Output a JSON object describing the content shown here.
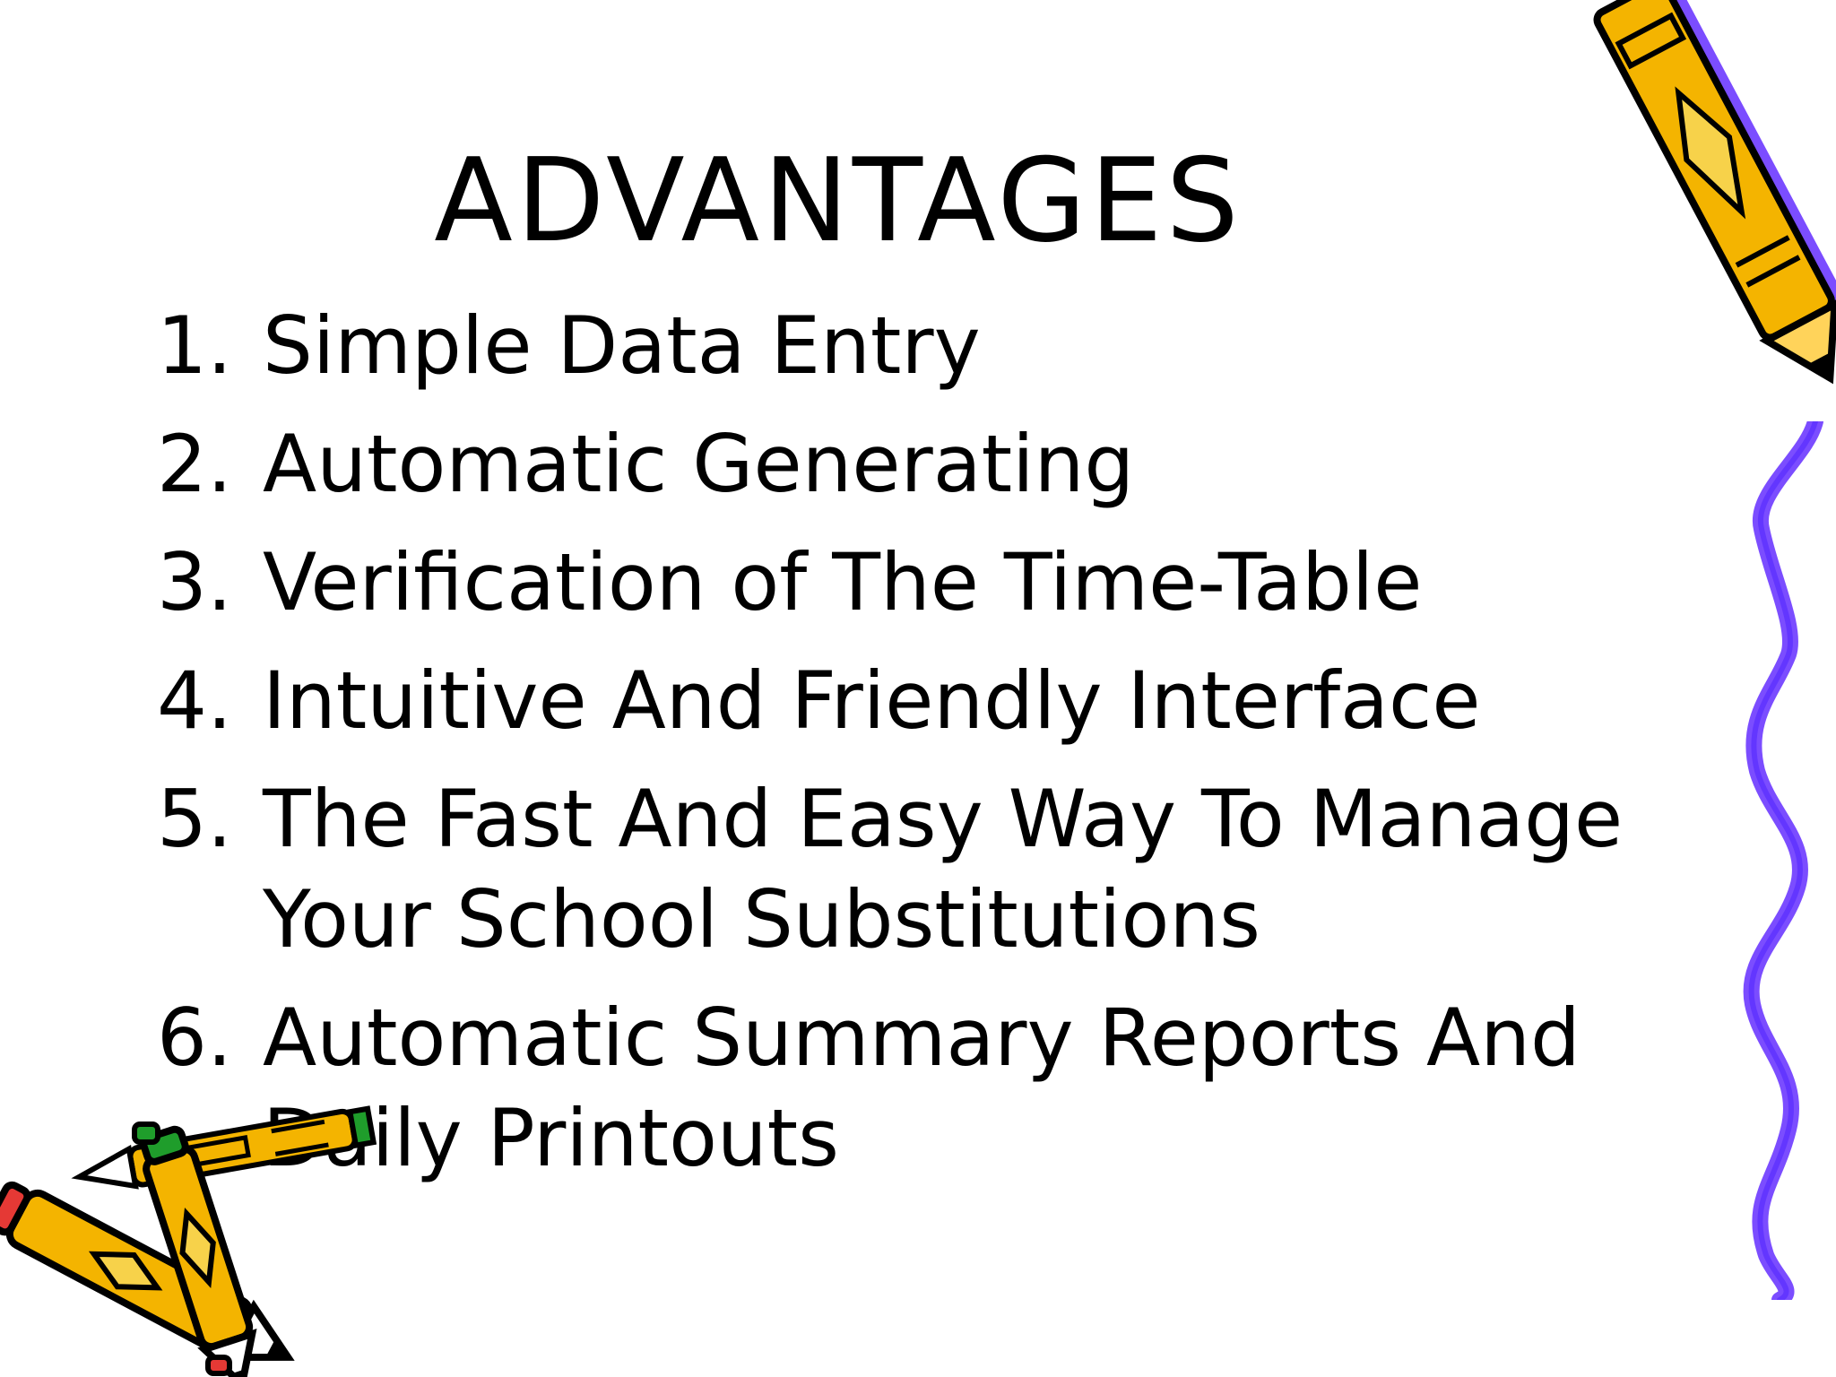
{
  "slide": {
    "title": "ADVANTAGES",
    "items": [
      {
        "number": "1.",
        "text": "Simple Data Entry"
      },
      {
        "number": "2.",
        "text": "Automatic Generating"
      },
      {
        "number": "3.",
        "text": "Verification of The Time-Table"
      },
      {
        "number": "4.",
        "text": "Intuitive And Friendly Interface"
      },
      {
        "number": "5.",
        "text": "The Fast And Easy Way To Manage Your School Substitutions"
      },
      {
        "number": "6.",
        "text": "Automatic Summary Reports And Daily Printouts"
      }
    ],
    "decorations": {
      "top_right": "pencil-icon",
      "right_edge": "squiggle-line-icon",
      "bottom_left": "pencils-icon"
    },
    "colors": {
      "pencil_body": "#f4b400",
      "pencil_shadow": "#7b4dff",
      "squiggle": "#7b4dff",
      "eraser_green": "#1f9d2b",
      "eraser_red": "#e53935"
    }
  }
}
